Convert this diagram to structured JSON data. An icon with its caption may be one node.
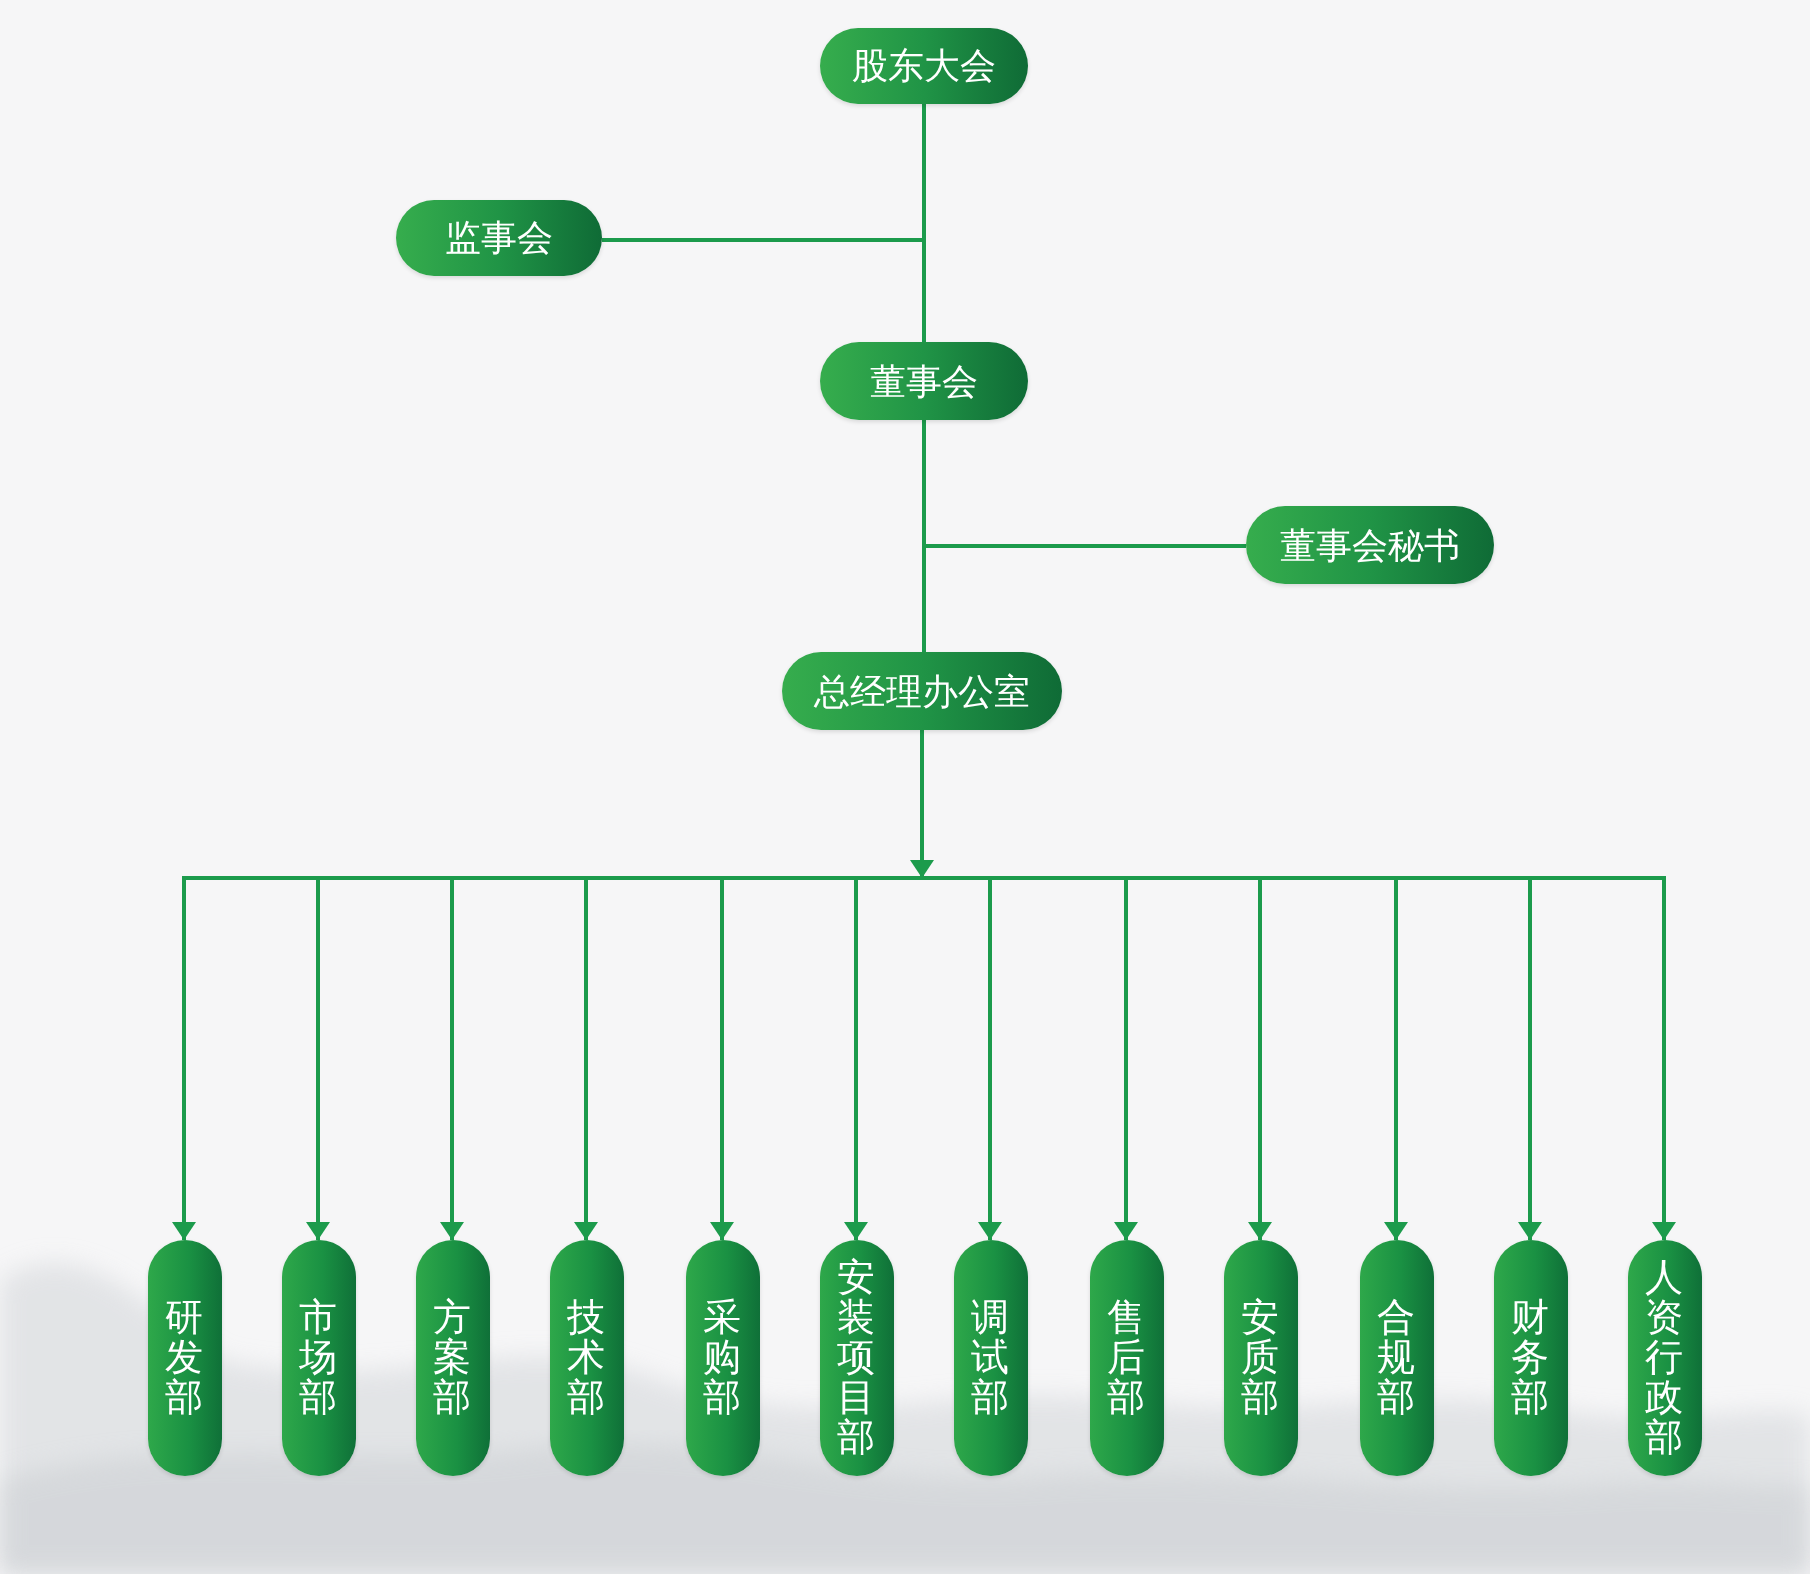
{
  "diagram": {
    "nodes": [
      {
        "text": [
          "股东大会"
        ]
      },
      {
        "text": [
          "监事会"
        ]
      },
      {
        "text": [
          "董事会"
        ]
      },
      {
        "text": [
          "董事会秘书"
        ]
      },
      {
        "text": [
          "总经理办公室"
        ]
      },
      {
        "text": [
          "研发部"
        ]
      },
      {
        "text": [
          "市场部"
        ]
      },
      {
        "text": [
          "方案部"
        ]
      },
      {
        "text": [
          "技术部"
        ]
      },
      {
        "text": [
          "采购部"
        ]
      },
      {
        "text": [
          "安装项目部"
        ]
      },
      {
        "text": [
          "调试部"
        ]
      },
      {
        "text": [
          "售后部"
        ]
      },
      {
        "text": [
          "安质部"
        ]
      },
      {
        "text": [
          "合规部"
        ]
      },
      {
        "text": [
          "财务部"
        ]
      },
      {
        "text": [
          "人资行政部"
        ]
      }
    ],
    "edges": [
      {
        "from": 0,
        "to": 1,
        "arrow": "none"
      },
      {
        "from": 0,
        "to": 2,
        "arrow": "none"
      },
      {
        "from": 2,
        "to": 3,
        "arrow": "none"
      },
      {
        "from": 2,
        "to": 4,
        "arrow": "none"
      },
      {
        "from": 4,
        "to": 5,
        "arrow": "to"
      },
      {
        "from": 4,
        "to": 6,
        "arrow": "to"
      },
      {
        "from": 4,
        "to": 7,
        "arrow": "to"
      },
      {
        "from": 4,
        "to": 8,
        "arrow": "to"
      },
      {
        "from": 4,
        "to": 9,
        "arrow": "to"
      },
      {
        "from": 4,
        "to": 10,
        "arrow": "to"
      },
      {
        "from": 4,
        "to": 11,
        "arrow": "to"
      },
      {
        "from": 4,
        "to": 12,
        "arrow": "to"
      },
      {
        "from": 4,
        "to": 13,
        "arrow": "to"
      },
      {
        "from": 4,
        "to": 14,
        "arrow": "to"
      },
      {
        "from": 4,
        "to": 15,
        "arrow": "to"
      },
      {
        "from": 4,
        "to": 16,
        "arrow": "to"
      }
    ]
  }
}
